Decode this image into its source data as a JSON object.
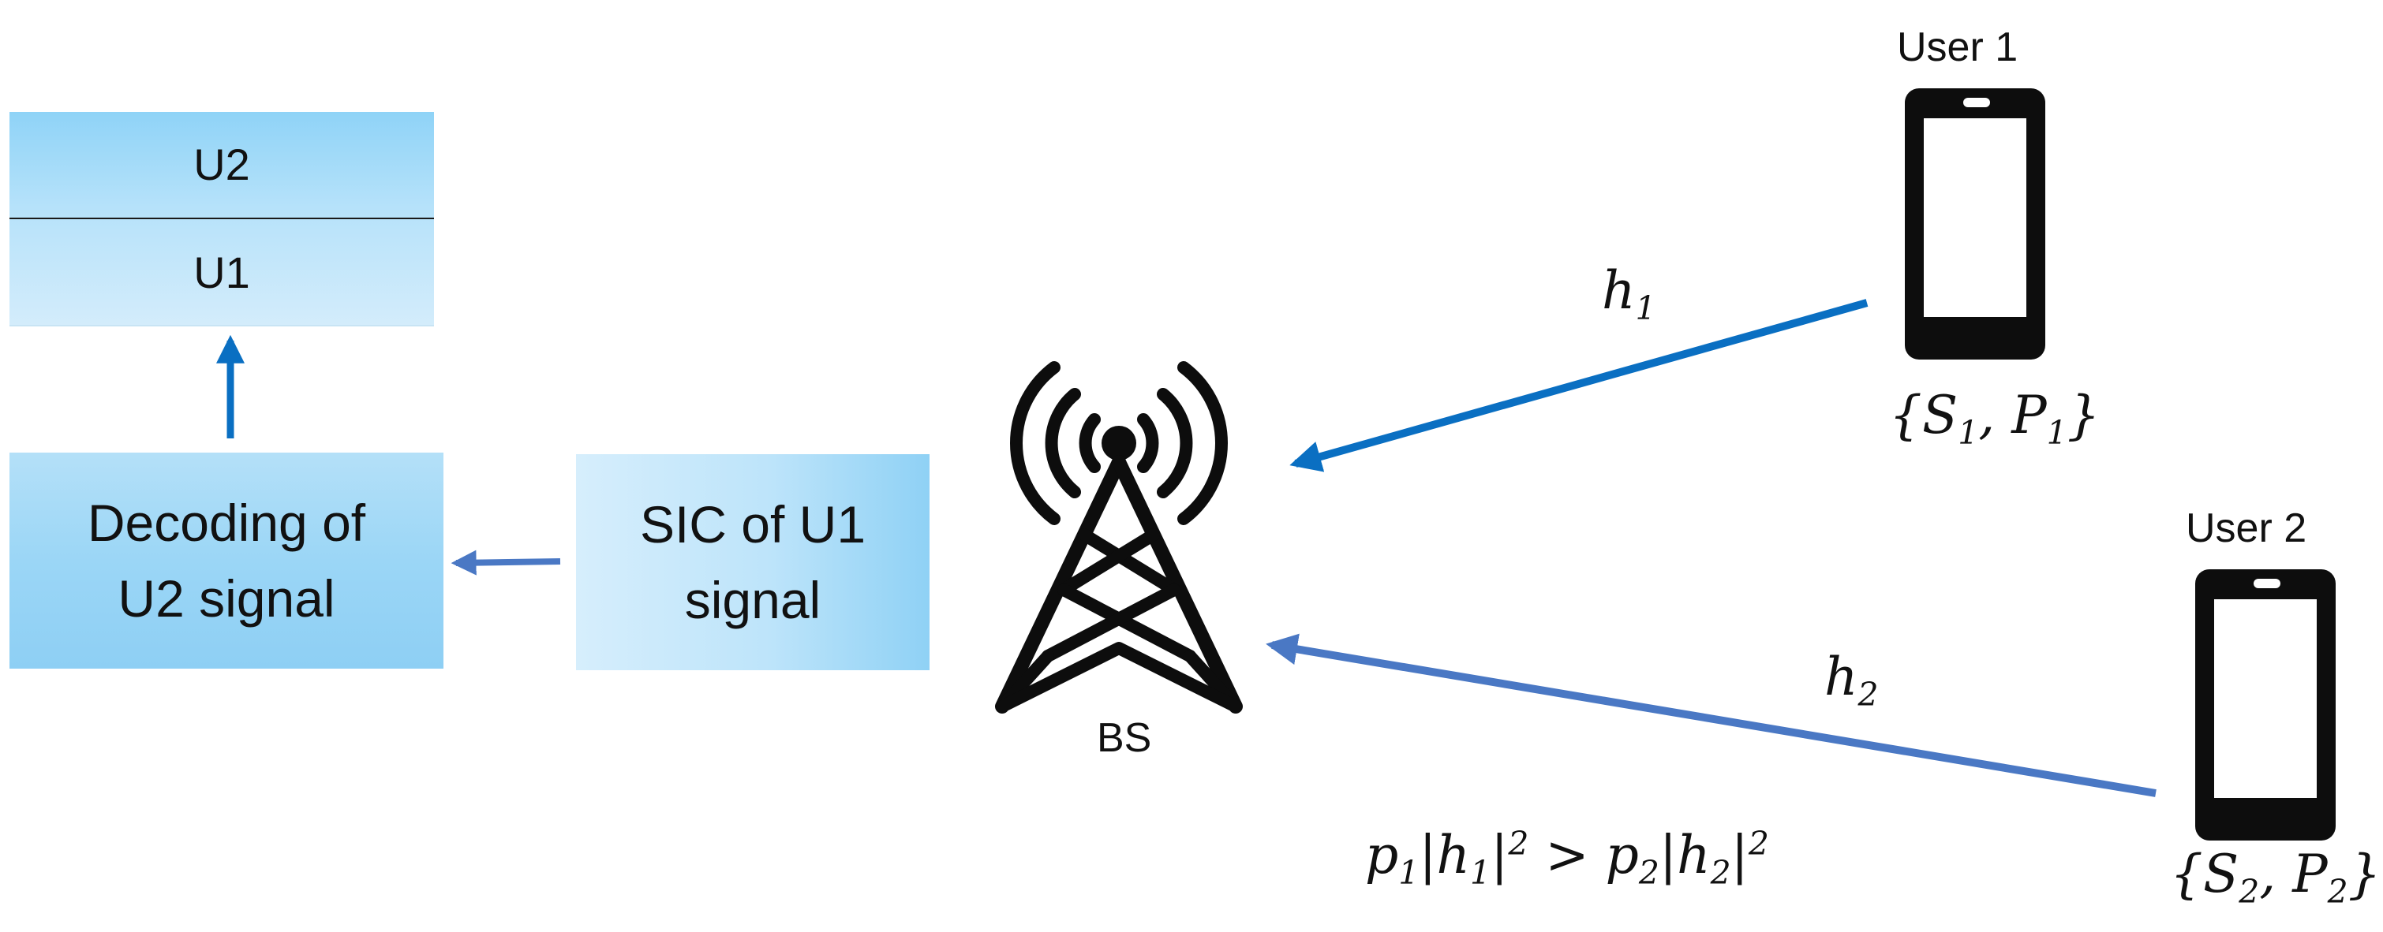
{
  "stack": {
    "top": "U2",
    "bottom": "U1"
  },
  "decode_box": {
    "line1": "Decoding of",
    "line2": "U2 signal"
  },
  "sic_box": {
    "line1": "SIC of U1",
    "line2": "signal"
  },
  "base_station": {
    "label": "BS"
  },
  "user1": {
    "label": "User 1",
    "params": "{S",
    "s_sub": "1",
    "sep": ", P",
    "p_sub": "1",
    "close": "}"
  },
  "user2": {
    "label": "User 2",
    "params": "{S",
    "s_sub": "2",
    "sep": ", P",
    "p_sub": "2",
    "close": "}"
  },
  "channel1": {
    "h": "h",
    "sub": "1"
  },
  "channel2": {
    "h": "h",
    "sub": "2"
  },
  "condition": {
    "p1": "p",
    "p1_sub": "1",
    "abs1": "|h",
    "abs1_sub": "1",
    "close1": "|",
    "sq1": "2",
    "op": " > ",
    "p2": "p",
    "p2_sub": "2",
    "abs2": "|h",
    "abs2_sub": "2",
    "close2": "|",
    "sq2": "2"
  },
  "colors": {
    "arrow_strong": "#0a6fc2",
    "arrow_soft": "#4a78c4"
  },
  "icons": [
    "cell-tower-icon",
    "smartphone-icon"
  ]
}
